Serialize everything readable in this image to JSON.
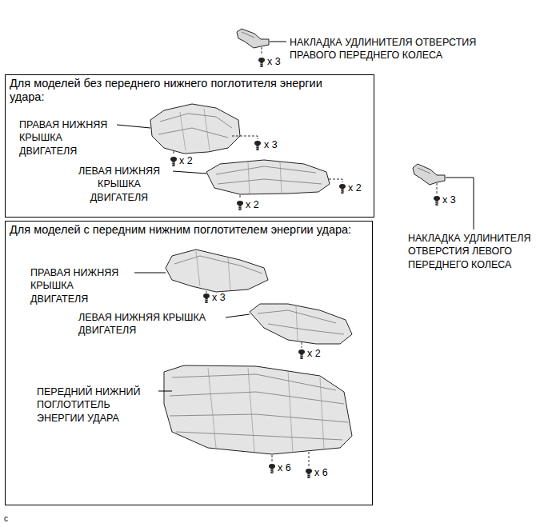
{
  "diagram": {
    "nodes": [
      {
        "text": [
          "Для моделей без переднего нижнего поглотителя энергии удара:"
        ]
      },
      {
        "text": [
          "Для моделей с передним нижним поглотителем энергии удара:"
        ]
      }
    ],
    "labels": [
      "НАКЛАДКА УДЛИНИТЕЛЯ ОТВЕРСТИЯ ПРАВОГО ПЕРЕДНЕГО КОЛЕСА",
      "x 3",
      "ПРАВАЯ НИЖНЯЯ КРЫШКА ДВИГАТЕЛЯ",
      "x 3",
      "x 2",
      "ЛЕВАЯ НИЖНЯЯ КРЫШКА ДВИГАТЕЛЯ",
      "x 2",
      "x 2",
      "x 3",
      "НАКЛАДКА УДЛИНИТЕЛЯ ОТВЕРСТИЯ ЛЕВОГО ПЕРЕДНЕГО КОЛЕСА",
      "ПРАВАЯ НИЖНЯЯ КРЫШКА ДВИГАТЕЛЯ",
      "x 3",
      "ЛЕВАЯ НИЖНЯЯ КРЫШКА ДВИГАТЕЛЯ",
      "x 2",
      "ПЕРЕДНИЙ НИЖНИЙ ПОГЛОТИТЕЛЬ ЭНЕРГИИ УДАРА",
      "x 6",
      "x 6",
      "c"
    ]
  }
}
